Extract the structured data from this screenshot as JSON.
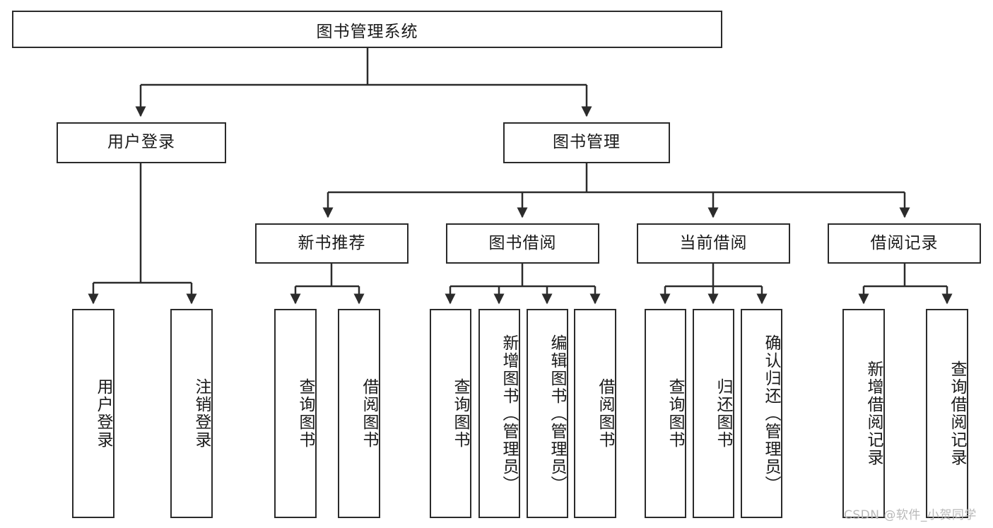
{
  "diagram": {
    "title": "图书管理系统",
    "type": "tree-hierarchy-diagram",
    "stroke_color": "#2b2b2b",
    "fill_color": "#ffffff",
    "text_color": "#1a1a1a"
  },
  "root": {
    "label": "图书管理系统"
  },
  "level2": [
    {
      "label": "用户登录"
    },
    {
      "label": "图书管理"
    }
  ],
  "level3": [
    {
      "label": "新书推荐"
    },
    {
      "label": "图书借阅"
    },
    {
      "label": "当前借阅"
    },
    {
      "label": "借阅记录"
    }
  ],
  "leaves": {
    "user_login": [
      {
        "label": "用户登录"
      },
      {
        "label": "注销登录"
      }
    ],
    "new_book_recommend": [
      {
        "label": "查询图书"
      },
      {
        "label": "借阅图书"
      }
    ],
    "book_borrow": [
      {
        "label": "查询图书"
      },
      {
        "label": "新增图书（管理员）"
      },
      {
        "label": "编辑图书（管理员）"
      },
      {
        "label": "借阅图书"
      }
    ],
    "current_borrow": [
      {
        "label": "查询图书"
      },
      {
        "label": "归还图书"
      },
      {
        "label": "确认归还（管理员）"
      }
    ],
    "borrow_record": [
      {
        "label": "新增借阅记录"
      },
      {
        "label": "查询借阅记录"
      }
    ]
  },
  "watermark": {
    "text": "CSDN @软件_小贺同学"
  }
}
